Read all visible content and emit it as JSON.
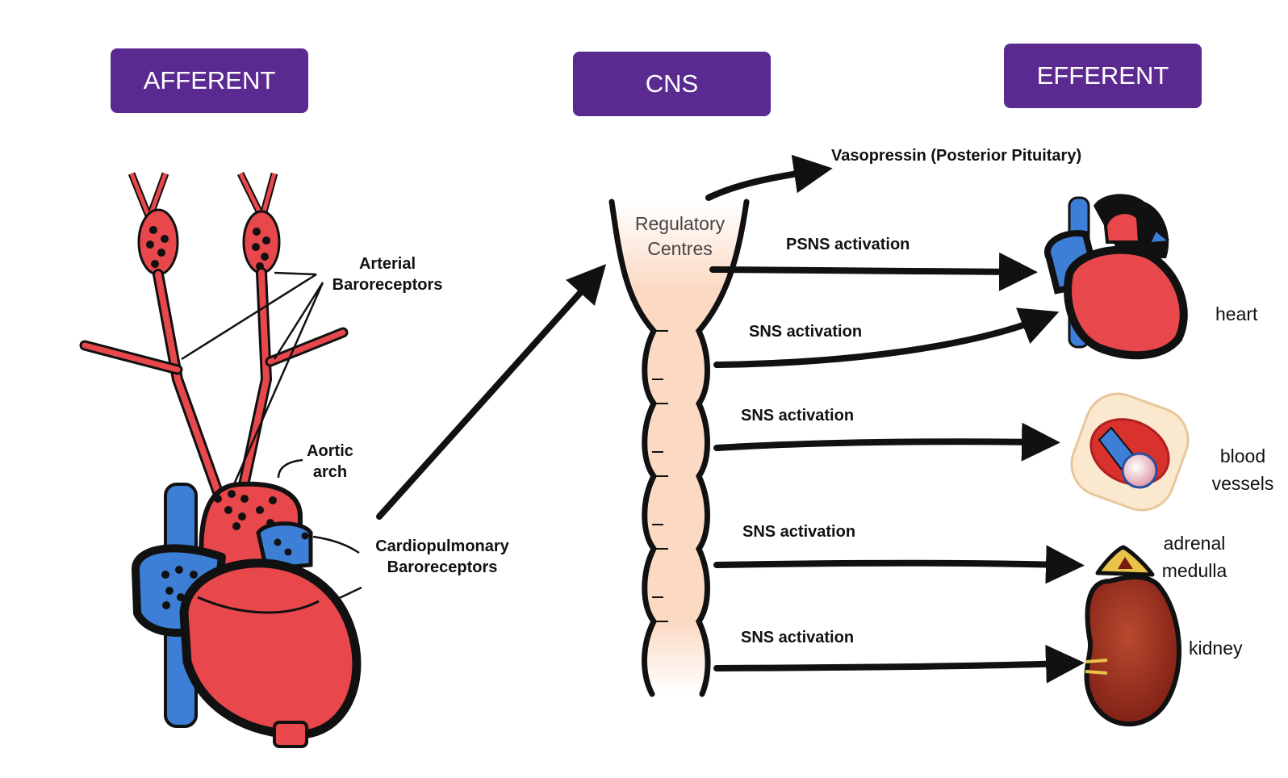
{
  "headers": {
    "afferent": "AFFERENT",
    "cns": "CNS",
    "efferent": "EFFERENT"
  },
  "afferent": {
    "arterial_baroreceptors": [
      "Arterial",
      "Baroreceptors"
    ],
    "aortic_arch": [
      "Aortic",
      "arch"
    ],
    "cardiopulmonary_baroreceptors": [
      "Cardiopulmonary",
      "Baroreceptors"
    ]
  },
  "cns": {
    "regulatory_centres": [
      "Regulatory",
      "Centres"
    ]
  },
  "pathways": {
    "vasopressin": "Vasopressin (Posterior Pituitary)",
    "psns_heart": "PSNS activation",
    "sns_heart": "SNS activation",
    "sns_vessels": "SNS activation",
    "sns_adrenal": "SNS activation",
    "sns_kidney": "SNS activation"
  },
  "targets": {
    "heart": "heart",
    "blood_vessels": [
      "blood",
      "vessels"
    ],
    "adrenal_medulla": [
      "adrenal",
      "medulla"
    ],
    "kidney": "kidney"
  },
  "colors": {
    "header_purple": "#5b2a91",
    "artery_red": "#e8474b",
    "vein_blue": "#3d7fd6",
    "spinal_cord": "#fbd9c2",
    "kidney": "#8e2418",
    "adrenal": "#e9c24a"
  }
}
